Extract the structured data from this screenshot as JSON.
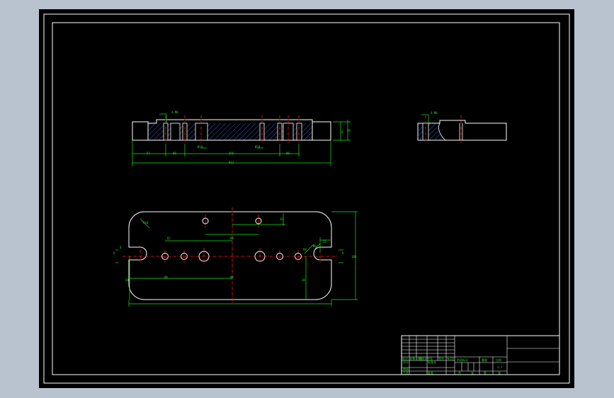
{
  "colors": {
    "background": "#b9c3cf",
    "canvas": "#000000",
    "outline": "#ffffff",
    "dimension": "#19e619",
    "centerline": "#ff2020",
    "hatch": "#3a5fd0"
  },
  "front_view": {
    "labels": [
      "4-M8",
      "Ø10",
      "Ø10",
      "57",
      "88",
      "356",
      "88",
      "812",
      "18",
      "38"
    ]
  },
  "side_view": {
    "labels": [
      "4-M8"
    ]
  },
  "plan_view": {
    "labels": [
      "R10",
      "62",
      "88",
      "88",
      "R8",
      "Ø6",
      "13",
      "6",
      "6",
      "4",
      "88",
      "32",
      "38",
      "38",
      "188"
    ]
  },
  "title_block": {
    "row_labels": [
      "标记 处数",
      "分区",
      "更改文件号",
      "签名",
      "年月日",
      "设计",
      "标准化",
      "审核",
      "工艺",
      "批准"
    ],
    "stage_labels": [
      "阶段标记",
      "重量",
      "比例"
    ],
    "scale": "1:1",
    "sheet_labels": [
      "共",
      "张",
      "第",
      "张"
    ]
  }
}
